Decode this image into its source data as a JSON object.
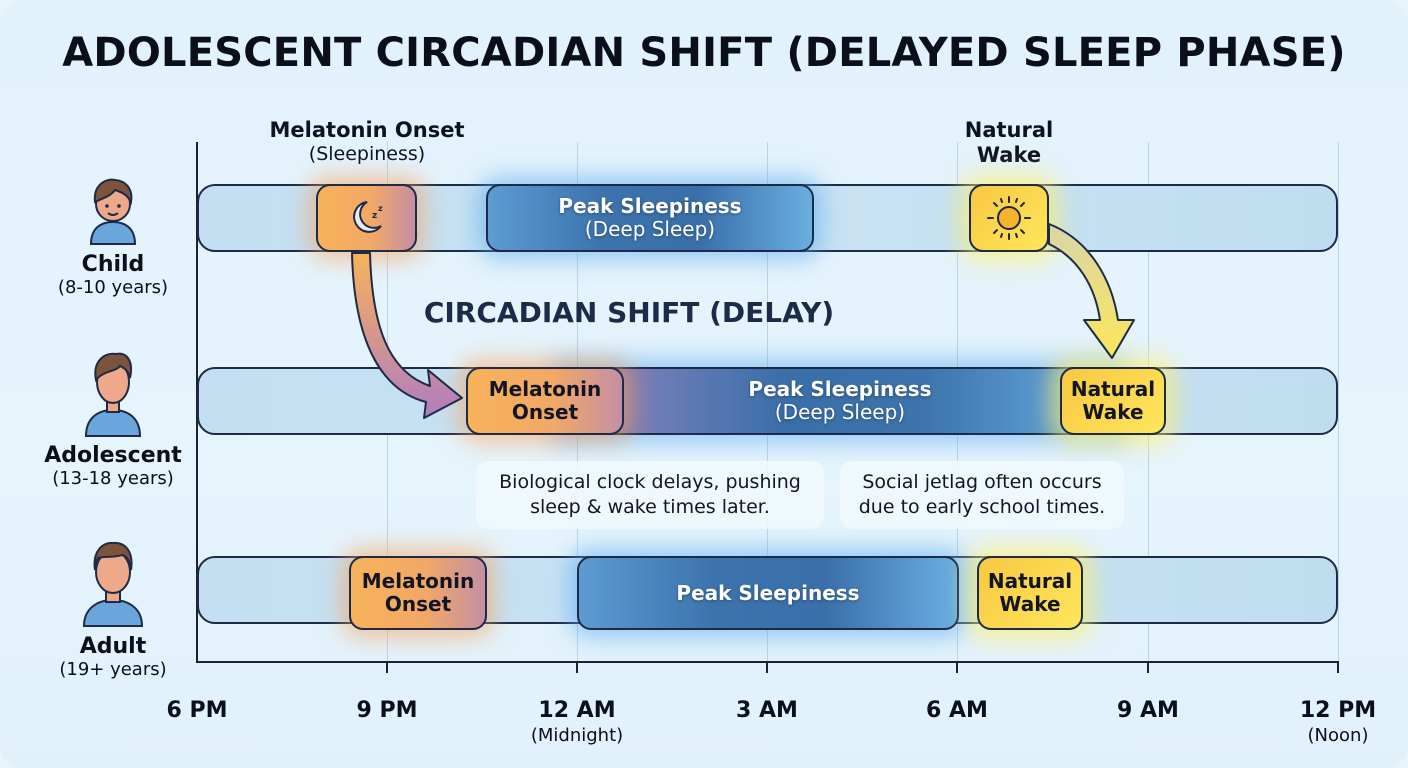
{
  "title": "ADOLESCENT CIRCADIAN SHIFT (DELAYED SLEEP PHASE)",
  "header_labels": {
    "melatonin": {
      "main": "Melatonin Onset",
      "sub": "(Sleepiness)"
    },
    "wake": {
      "main": "Natural",
      "sub": "Wake"
    }
  },
  "shift_title": "CIRCADIAN SHIFT (DELAY)",
  "rows": [
    {
      "name": "Child",
      "age": "(8-10 years)",
      "avatar": "child-avatar-icon",
      "melatonin": {
        "icon": "moon-sleep-icon",
        "start": "8:00 PM",
        "end": "9:35 PM"
      },
      "peak": {
        "main": "Peak Sleepiness",
        "sub": "(Deep Sleep)",
        "start": "10:30 PM",
        "end": "3:45 AM"
      },
      "wake": {
        "icon": "sun-icon",
        "start": "6:15 AM",
        "end": "7:35 AM"
      }
    },
    {
      "name": "Adolescent",
      "age": "(13-18 years)",
      "avatar": "adolescent-avatar-icon",
      "melatonin": {
        "line1": "Melatonin",
        "line2": "Onset",
        "start": "10:30 PM",
        "end": "12:45 AM"
      },
      "peak": {
        "main": "Peak Sleepiness",
        "sub": "(Deep Sleep)",
        "start": "12:45 AM",
        "end": "8:30 AM"
      },
      "wake": {
        "line1": "Natural",
        "line2": "Wake",
        "start": "8:30 AM",
        "end": "10:15 AM"
      }
    },
    {
      "name": "Adult",
      "age": "(19+ years)",
      "avatar": "adult-avatar-icon",
      "melatonin": {
        "line1": "Melatonin",
        "line2": "Onset",
        "start": "8:25 PM",
        "end": "10:40 PM"
      },
      "peak": {
        "main": "Peak Sleepiness",
        "start": "12:00 AM",
        "end": "6:00 AM"
      },
      "wake": {
        "line1": "Natural",
        "line2": "Wake",
        "start": "6:20 AM",
        "end": "8:00 AM"
      }
    }
  ],
  "notes": [
    {
      "line1": "Biological clock delays, pushing",
      "line2": "sleep & wake times later."
    },
    {
      "line1": "Social jetlag often occurs",
      "line2": "due to early school times."
    }
  ],
  "axis": {
    "ticks": [
      {
        "label": "6 PM",
        "sub": ""
      },
      {
        "label": "9 PM",
        "sub": ""
      },
      {
        "label": "12 AM",
        "sub": "(Midnight)"
      },
      {
        "label": "3 AM",
        "sub": ""
      },
      {
        "label": "6 AM",
        "sub": ""
      },
      {
        "label": "9 AM",
        "sub": ""
      },
      {
        "label": "12 PM",
        "sub": "(Noon)"
      }
    ]
  },
  "colors": {
    "melatonin": "#f8b25a",
    "peak": "#3d74ad",
    "wake": "#fde65a",
    "track": "#c3dff1",
    "outline": "#1d2a48",
    "background": "#e2f2fb"
  }
}
